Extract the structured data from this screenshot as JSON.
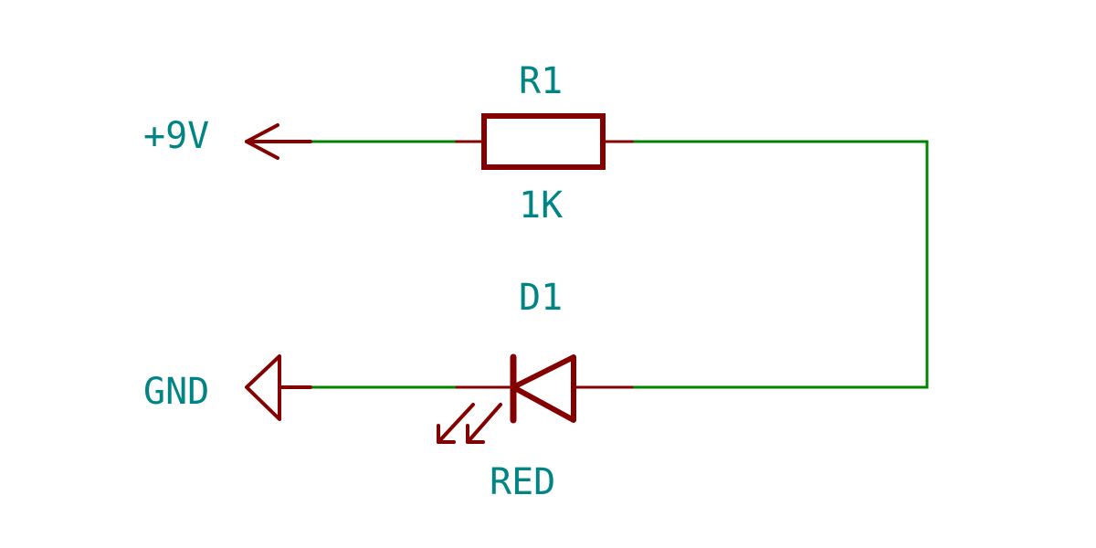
{
  "colors": {
    "background": "#ffffff",
    "wire": "#008400",
    "symbol": "#840000",
    "text": "#008484"
  },
  "components": {
    "resistor": {
      "reference": "R1",
      "value": "1K"
    },
    "led": {
      "reference": "D1",
      "value": "RED"
    }
  },
  "power": {
    "supply_label": "+9V",
    "ground_label": "GND"
  }
}
